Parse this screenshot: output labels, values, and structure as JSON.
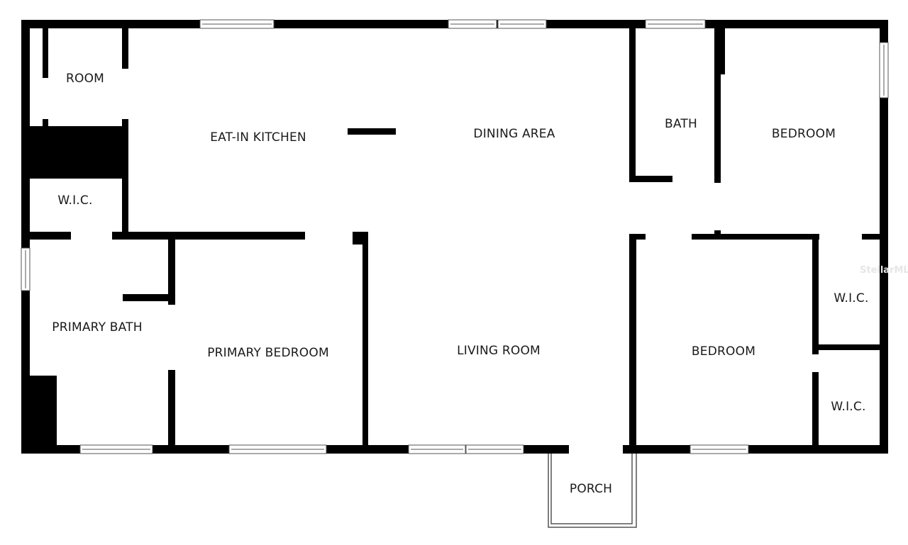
{
  "colors": {
    "wall": "#000000",
    "window": "#ffffff",
    "window_line": "#555555",
    "background": "#ffffff"
  },
  "rooms": [
    {
      "id": "room",
      "label": "ROOM"
    },
    {
      "id": "eat-in-kitchen",
      "label": "EAT-IN KITCHEN"
    },
    {
      "id": "dining-area",
      "label": "DINING AREA"
    },
    {
      "id": "bath",
      "label": "BATH"
    },
    {
      "id": "bedroom-1",
      "label": "BEDROOM"
    },
    {
      "id": "wic-1",
      "label": "W.I.C."
    },
    {
      "id": "primary-bath",
      "label": "PRIMARY BATH"
    },
    {
      "id": "primary-bedroom",
      "label": "PRIMARY BEDROOM"
    },
    {
      "id": "living-room",
      "label": "LIVING ROOM"
    },
    {
      "id": "bedroom-2",
      "label": "BEDROOM"
    },
    {
      "id": "wic-2",
      "label": "W.I.C."
    },
    {
      "id": "wic-3",
      "label": "W.I.C."
    },
    {
      "id": "porch",
      "label": "PORCH"
    }
  ],
  "watermark": "StellarMLS"
}
